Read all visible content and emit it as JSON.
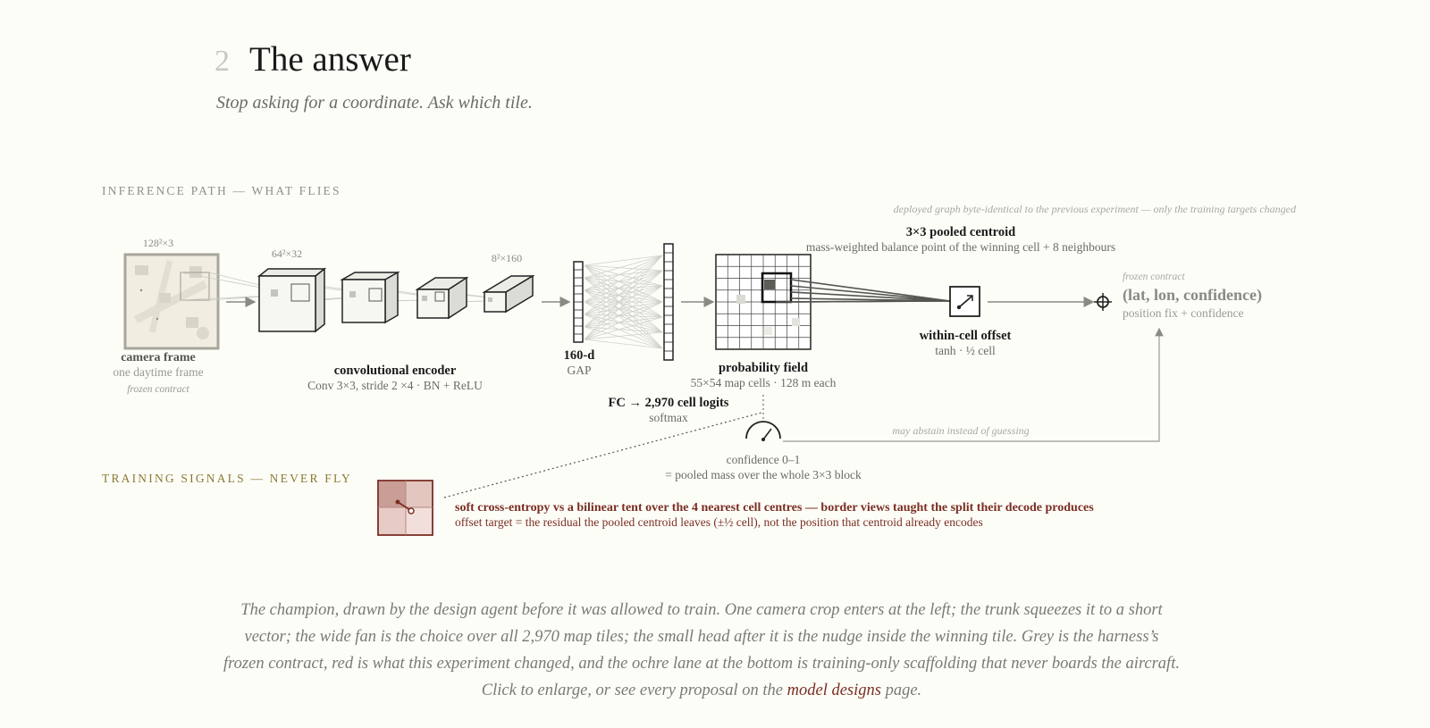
{
  "section": {
    "number": "2",
    "title": "The answer",
    "subtitle": "Stop asking for a coordinate. Ask which tile."
  },
  "lanes": {
    "inference": "INFERENCE PATH — WHAT FLIES",
    "training": "TRAINING SIGNALS — NEVER FLY"
  },
  "diagram": {
    "deploy_note": "deployed graph byte-identical to the previous experiment — only the training targets changed",
    "camera": {
      "dims": "128²×3",
      "title": "camera frame",
      "sub": "one daytime frame",
      "note": "frozen contract"
    },
    "encoder": {
      "dims_1": "64²×32",
      "dims_2": "8²×160",
      "title": "convolutional encoder",
      "sub": "Conv 3×3, stride 2 ×4 · BN + ReLU"
    },
    "gap": {
      "title": "160-d",
      "sub": "GAP"
    },
    "fc": {
      "title": "FC → 2,970 cell logits",
      "sub": "softmax"
    },
    "field": {
      "title": "probability field",
      "sub": "55×54 map cells · 128 m each"
    },
    "centroid": {
      "title": "3×3 pooled centroid",
      "sub": "mass-weighted balance point of the winning cell + 8 neighbours"
    },
    "offset": {
      "title": "within-cell offset",
      "sub": "tanh · ½ cell"
    },
    "output": {
      "note": "frozen contract",
      "title": "(lat, lon, confidence)",
      "sub": "position fix + confidence"
    },
    "confidence": {
      "title": "confidence 0–1",
      "sub": "= pooled mass over the whole 3×3 block",
      "abstain": "may abstain instead of guessing"
    },
    "training": {
      "line1": "soft cross-entropy vs a bilinear tent over the 4 nearest cell centres — border views taught the split their decode produces",
      "line2": "offset target = the residual the pooled centroid leaves (±½ cell), not the position that centroid already encodes"
    }
  },
  "caption": {
    "text": "The champion, drawn by the design agent before it was allowed to train. One camera crop enters at the left; the trunk squeezes it to a short vector; the wide fan is the choice over all 2,970 map tiles; the small head after it is the nudge inside the winning tile. Grey is the harness’s frozen contract, red is what this experiment changed, and the ochre lane at the bottom is training-only scaffolding that never boards the aircraft. Click to enlarge, or see every proposal on the",
    "link": "model designs",
    "tail": "page."
  },
  "colors": {
    "background": "#fdfdf8",
    "grey_frozen": "#9a9a94",
    "red_changed": "#7a2e22",
    "ochre_training": "#8a7a33"
  }
}
